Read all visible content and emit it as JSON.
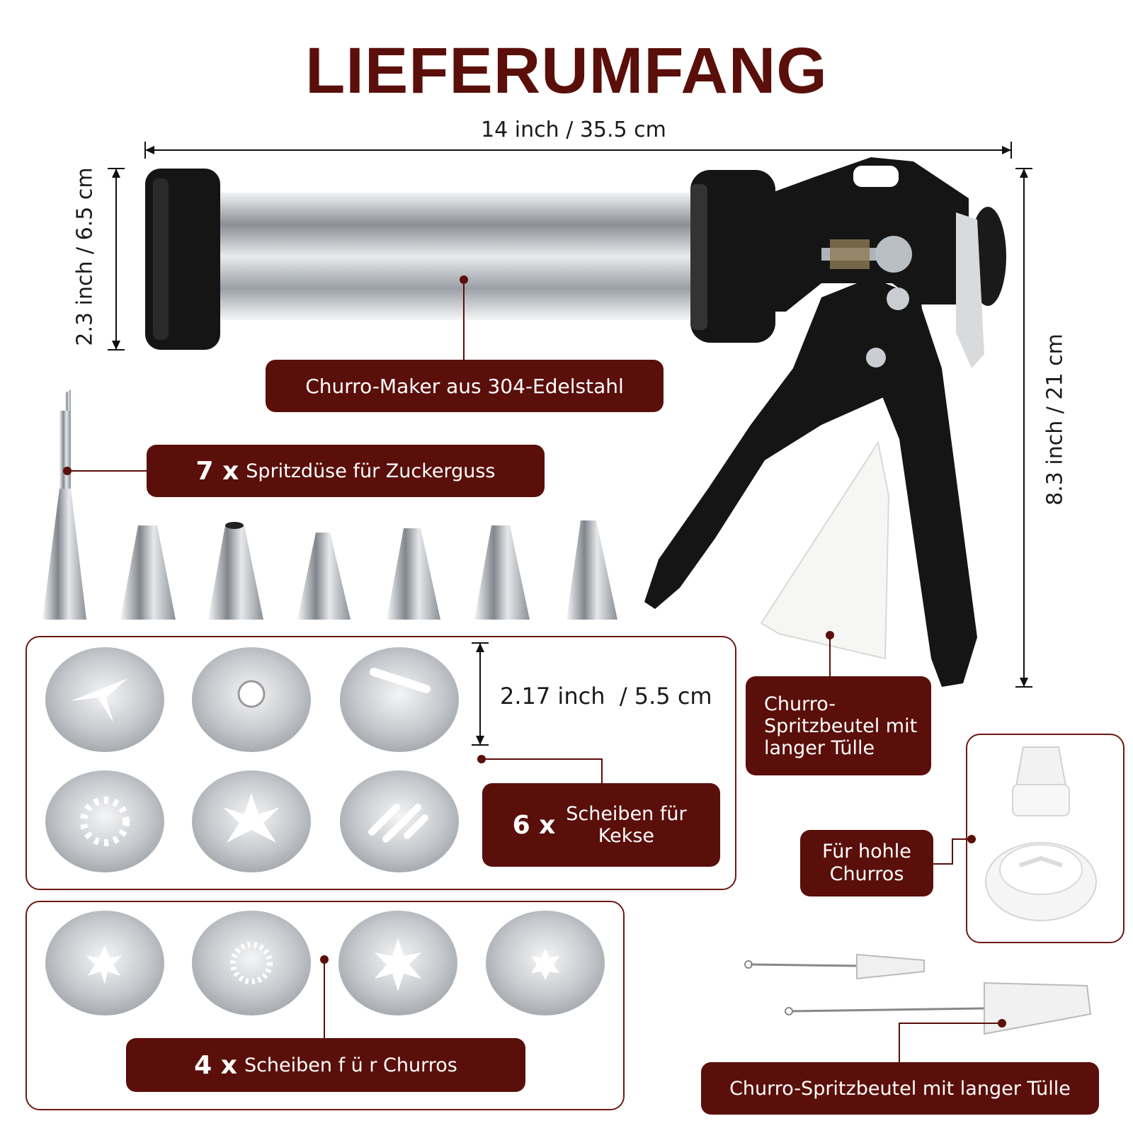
{
  "header": {
    "title": "LIEFERUMFANG"
  },
  "dimensions": {
    "width": "14 inch / 35.5 cm",
    "barrel_height": "2.3 inch / 6.5 cm",
    "total_height": "8.3 inch / 21 cm",
    "disc_diameter": "2.17 inch  / 5.5 cm"
  },
  "labels": {
    "churro_maker": "Churro-Maker aus 304-Edelstahl",
    "nozzles_qty": "7 x",
    "nozzles_text": "Spritzdüse für Zuckerguss",
    "piping_bag": "Churro-Spritzbeutel mit langer Tülle",
    "cookie_discs_qty": "6 x",
    "cookie_discs_text": "Scheiben für Kekse",
    "hollow_churros": "Für hohle Churros",
    "churro_discs_qty": "4 x",
    "churro_discs_text": "Scheiben f ü r Churros",
    "brushes": "Churro-Spritzbeutel mit langer Tülle"
  },
  "colors": {
    "accent": "#5a0f0a",
    "steel": "#c9ccd0",
    "black": "#151515"
  }
}
